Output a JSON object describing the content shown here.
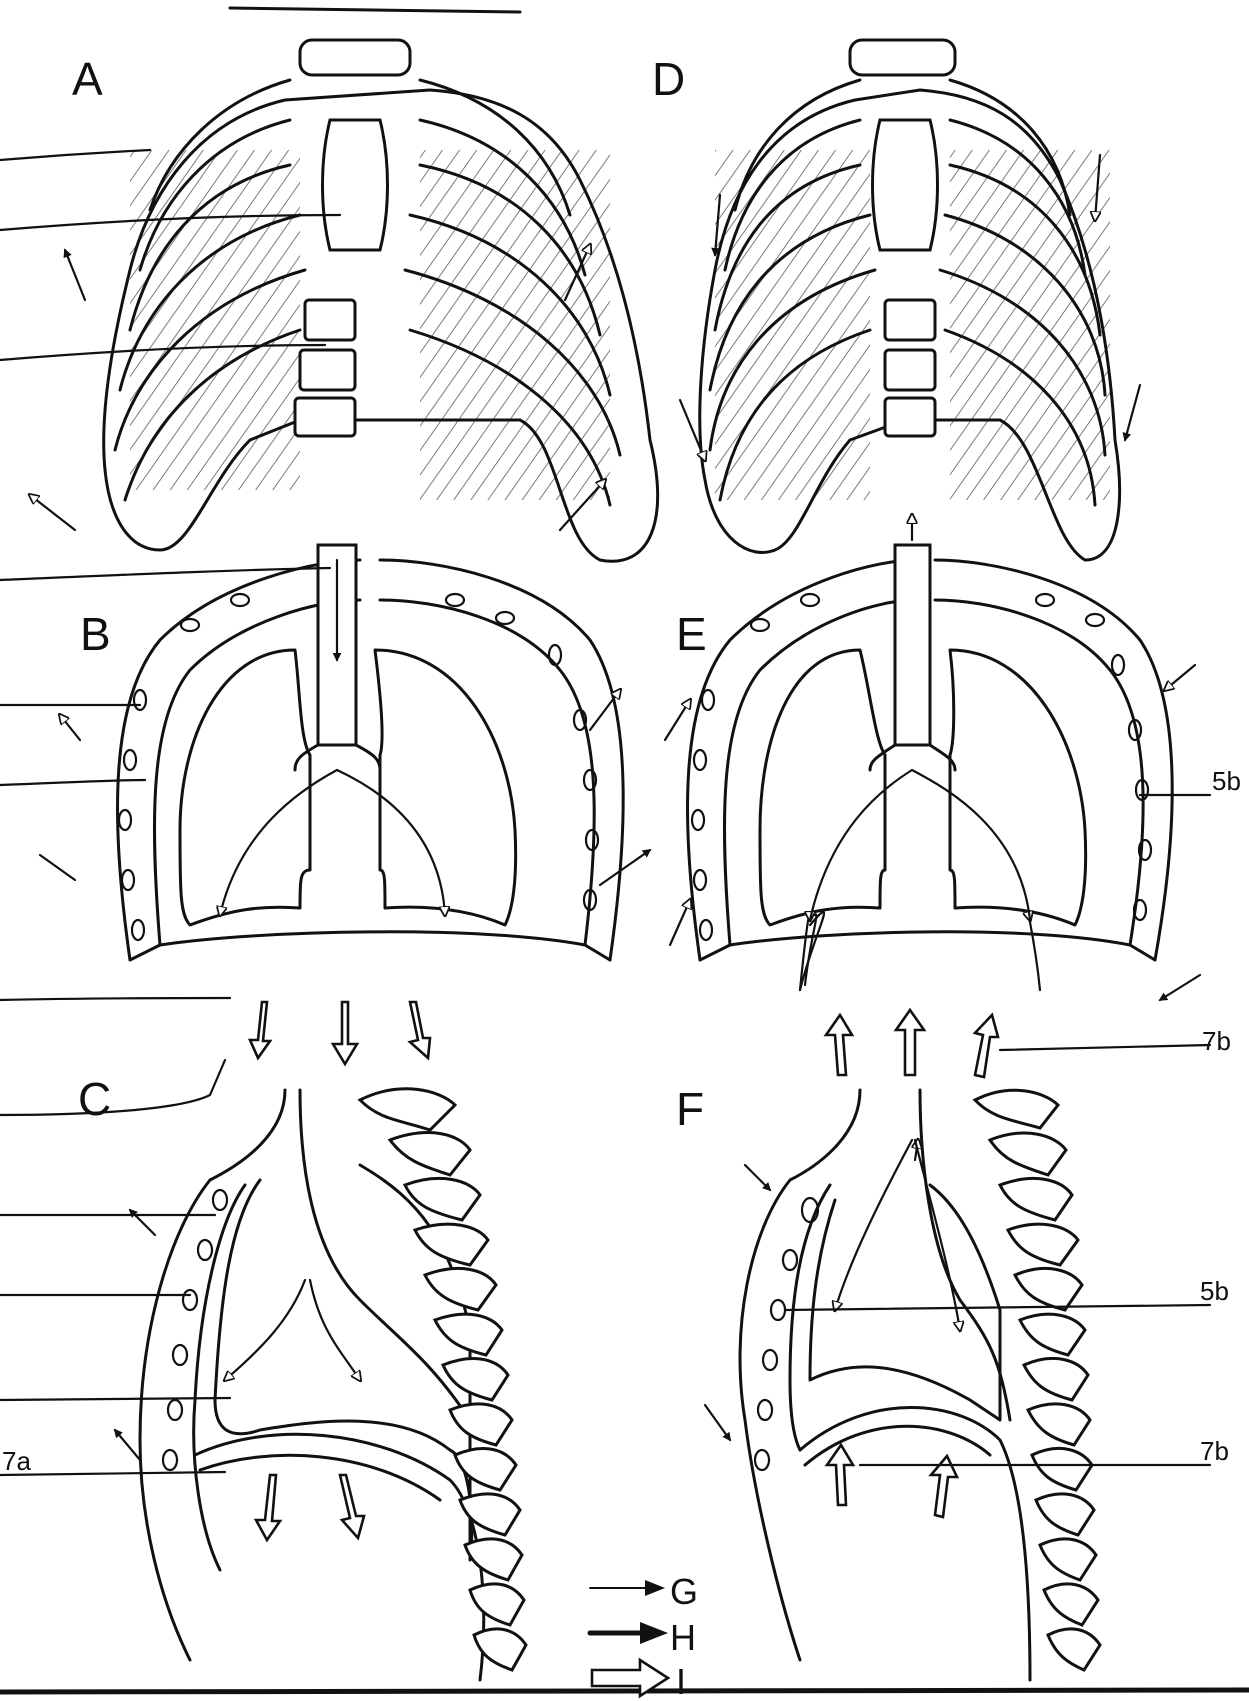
{
  "panels": {
    "A": "A",
    "B": "B",
    "C": "C",
    "D": "D",
    "E": "E",
    "F": "F"
  },
  "callouts": {
    "e_upper": "5b",
    "e_lower": "7b",
    "f_upper": "5b",
    "f_lower": "7b",
    "c_lower": "7a"
  },
  "legend": [
    {
      "label": "G",
      "arrow": "thin-arrow"
    },
    {
      "label": "H",
      "arrow": "thick-arrow"
    },
    {
      "label": "I",
      "arrow": "hollow-arrow"
    }
  ]
}
